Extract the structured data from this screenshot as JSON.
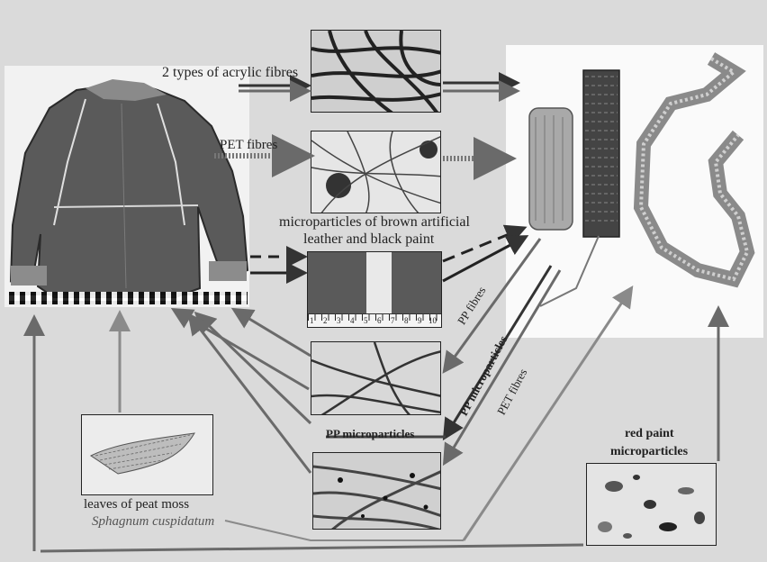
{
  "labels": {
    "acrylic": "2 types of acrylic fibres",
    "pet_top": "PET fibres",
    "micro_brown_line1": "microparticles of brown artificial",
    "micro_brown_line2": "leather and black paint",
    "pp_fibres_diag": "PP fibres",
    "pp_micro_diag": "PP microparticles",
    "pet_fibres_diag": "PET fibres",
    "pp_micro_box": "PP microparticles",
    "red_paint_line1": "red paint",
    "red_paint_line2": "microparticles",
    "moss_line1": "leaves of peat moss",
    "moss_line2": "Sphagnum cuspidatum"
  },
  "scale_ticks": [
    "1",
    "2",
    "3",
    "4",
    "5",
    "6",
    "7",
    "8",
    "9",
    "10"
  ],
  "icons": [
    "jacket",
    "textile-straps",
    "peat-moss-leaf",
    "paint-particles"
  ],
  "colors": {
    "arrow_dark": "#333333",
    "arrow_mid": "#707070",
    "arrow_light": "#8a8a8a",
    "background": "#dadada"
  }
}
